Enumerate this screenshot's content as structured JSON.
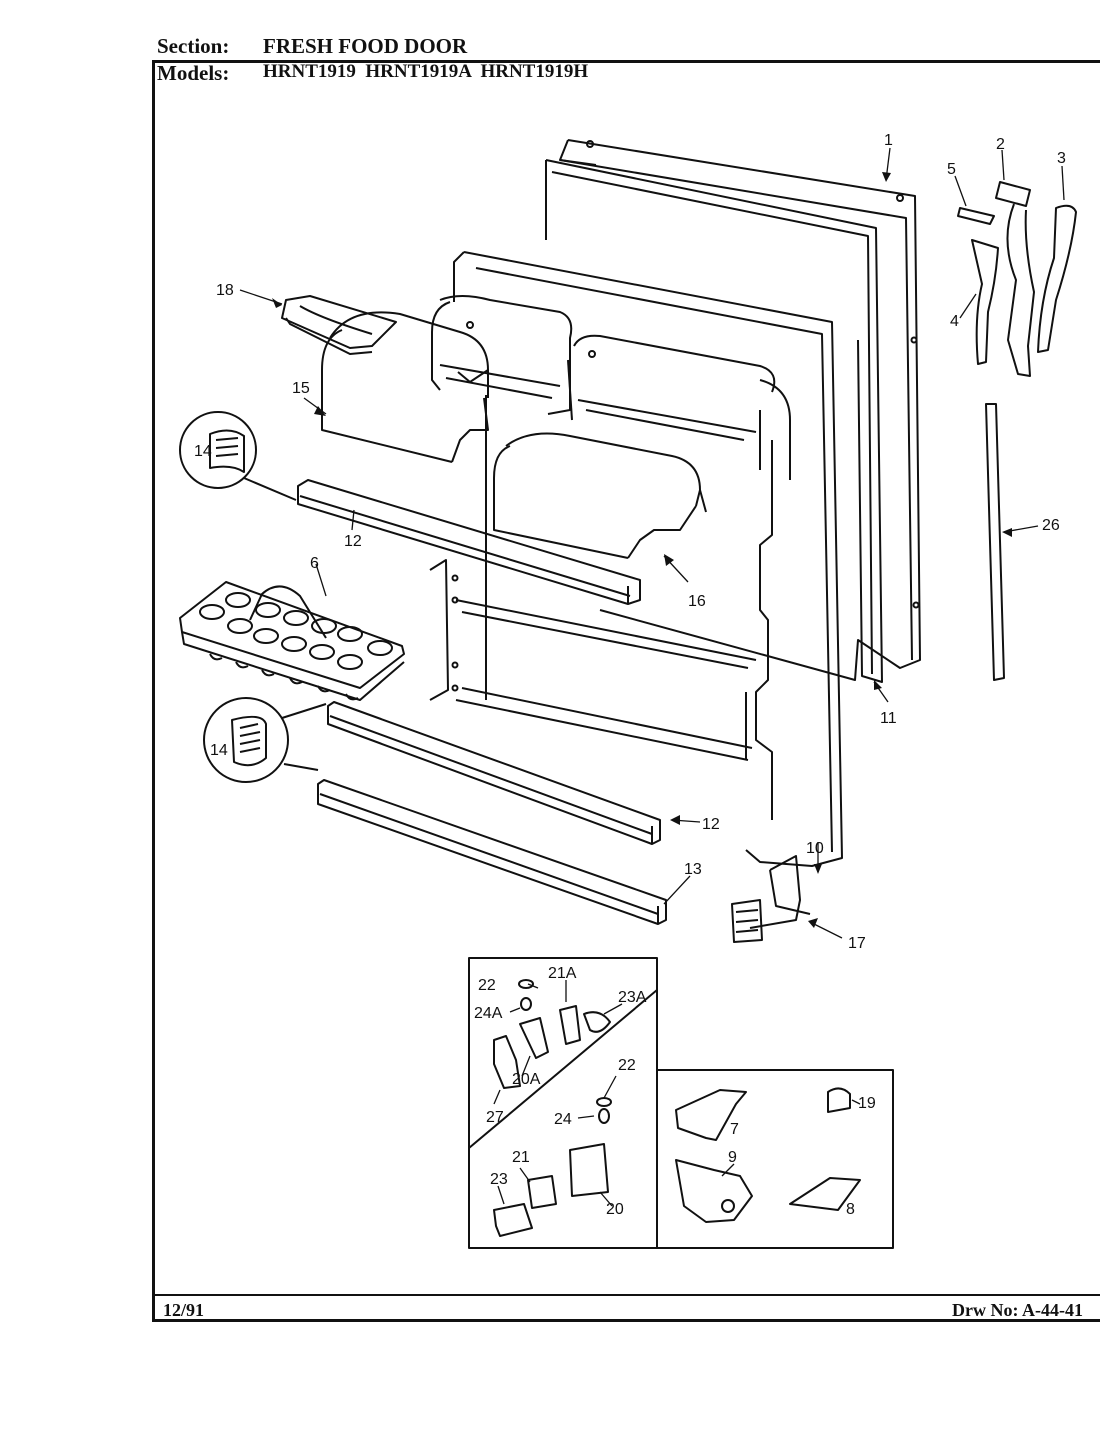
{
  "header": {
    "section_label": "Section:",
    "section_value": "FRESH FOOD DOOR",
    "models_label": "Models:",
    "models_value": "HRNT1919  HRNT1919A  HRNT1919H"
  },
  "footer": {
    "date": "12/91",
    "drawing_no": "Drw No: A-44-41"
  },
  "callouts": {
    "c1": "1",
    "c2": "2",
    "c3": "3",
    "c4": "4",
    "c5": "5",
    "c6": "6",
    "c7": "7",
    "c8": "8",
    "c9": "9",
    "c10": "10",
    "c11": "11",
    "c12a": "12",
    "c12b": "12",
    "c13": "13",
    "c14a": "14",
    "c14b": "14",
    "c15": "15",
    "c16": "16",
    "c17": "17",
    "c18": "18",
    "c19": "19",
    "c20": "20",
    "c20a": "20A",
    "c21": "21",
    "c21a": "21A",
    "c22a": "22",
    "c22b": "22",
    "c23": "23",
    "c23a": "23A",
    "c24": "24",
    "c24a": "24A",
    "c26": "26",
    "c27": "27"
  }
}
